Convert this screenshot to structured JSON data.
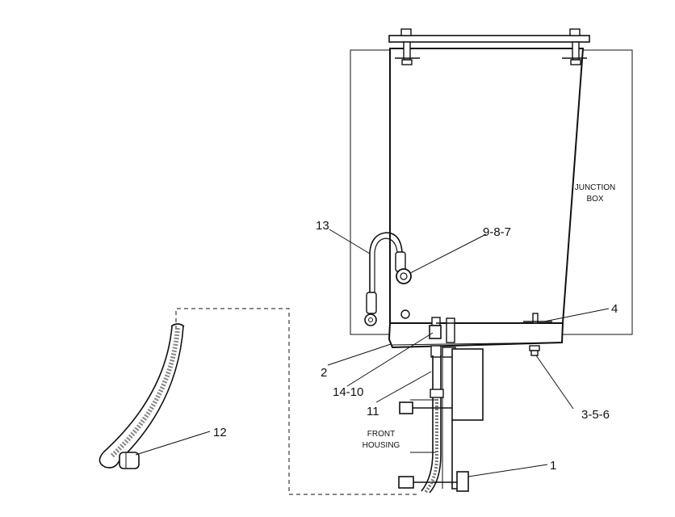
{
  "callouts": {
    "c1": "1",
    "c2": "2",
    "c4": "4",
    "c11": "11",
    "c12": "12",
    "c13": "13",
    "c987": "9-8-7",
    "c356": "3-5-6",
    "c1410": "14-10"
  },
  "labels": {
    "junction_line1": "JUNCTION",
    "junction_line2": "BOX",
    "front_line1": "FRONT",
    "front_line2": "HOUSING"
  }
}
